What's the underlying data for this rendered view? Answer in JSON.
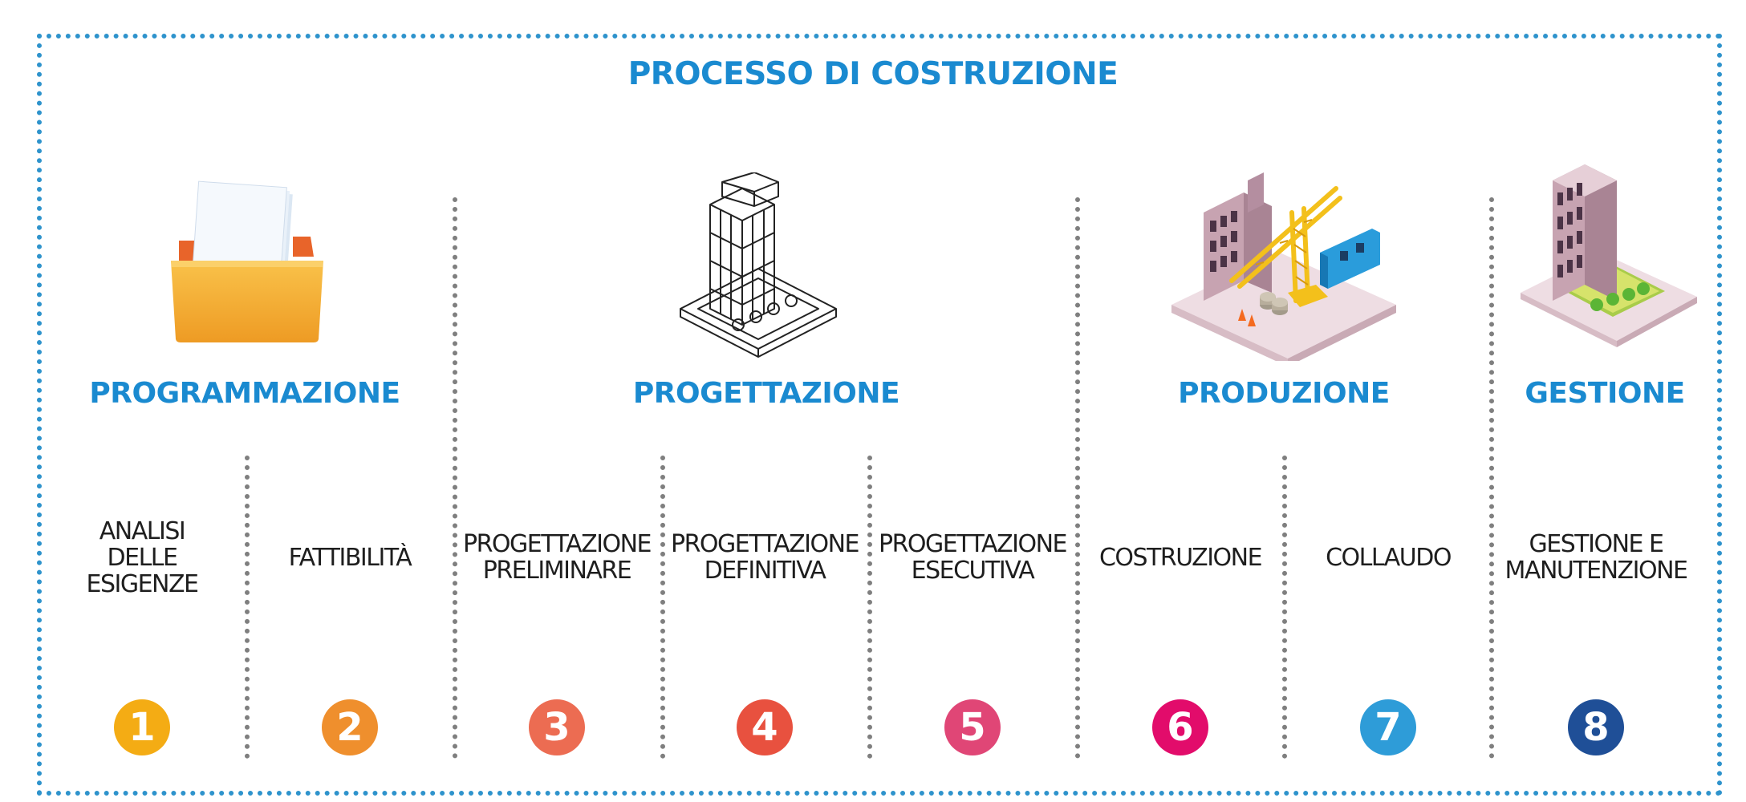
{
  "title": "PROCESSO DI COSTRUZIONE",
  "phases": [
    {
      "name": "PROGRAMMAZIONE",
      "icon": "folder-icon"
    },
    {
      "name": "PROGETTAZIONE",
      "icon": "building-wireframe-icon"
    },
    {
      "name": "PRODUZIONE",
      "icon": "construction-site-icon"
    },
    {
      "name": "GESTIONE",
      "icon": "finished-building-icon"
    }
  ],
  "steps": [
    {
      "number": "1",
      "label": "ANALISI\nDELLE\nESIGENZE",
      "color": "#f4ac14"
    },
    {
      "number": "2",
      "label": "FATTIBILITÀ",
      "color": "#ef8f2d"
    },
    {
      "number": "3",
      "label": "PROGETTAZIONE\nPRELIMINARE",
      "color": "#ec6c52"
    },
    {
      "number": "4",
      "label": "PROGETTAZIONE\nDEFINITIVA",
      "color": "#e8513f"
    },
    {
      "number": "5",
      "label": "PROGETTAZIONE\nESECUTIVA",
      "color": "#e04676"
    },
    {
      "number": "6",
      "label": "COSTRUZIONE",
      "color": "#e20c6b"
    },
    {
      "number": "7",
      "label": "COLLAUDO",
      "color": "#2e9cd8"
    },
    {
      "number": "8",
      "label": "GESTIONE E\nMANUTENZIONE",
      "color": "#1f4f97"
    }
  ],
  "colors": {
    "accent": "#1a8ad0",
    "border": "#2e93cc",
    "divider": "#7f7f7f"
  }
}
